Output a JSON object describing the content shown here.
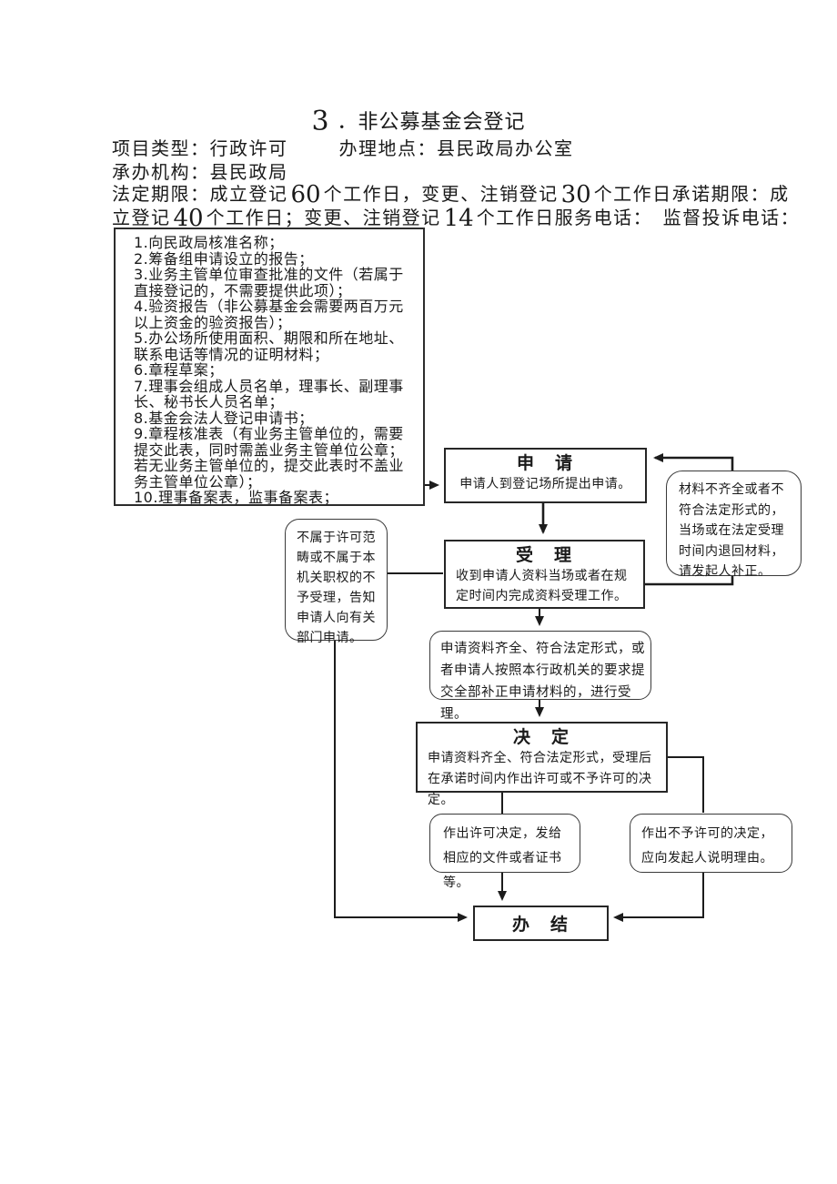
{
  "header": {
    "title": {
      "number": "3",
      "text": "．非公募基金会登记"
    },
    "project_type": "项目类型：行政许可",
    "handle_location": "办理地点：县民政局办公室",
    "agency": "承办机构：县民政局",
    "legal_limit": {
      "seg1": "法定期限：成立登记",
      "num1": "60",
      "seg2": "个工作日，变更、注销登记",
      "num2": "30",
      "seg3": "个工作日承诺期限：成",
      "seg4": "立登记",
      "num3": "40",
      "seg5": "个工作日；变更、注销登记",
      "num4": "14",
      "seg6": "个工作日服务电话：　监督投诉电话："
    }
  },
  "materials": {
    "items": [
      "1.向民政局核准名称；",
      "2.筹备组申请设立的报告；",
      "3.业务主管单位审查批准的文件（若属于直接登记的，不需要提供此项）；",
      "4.验资报告（非公募基金会需要两百万元以上资金的验资报告）；",
      "5.办公场所使用面积、期限和所在地址、联系电话等情况的证明材料；",
      "6.章程草案；",
      "7.理事会组成人员名单，理事长、副理事长、秘书长人员名单；",
      "8.基金会法人登记申请书；",
      "9.章程核准表（有业务主管单位的，需要提交此表，同时需盖业务主管单位公章；若无业务主管单位的，提交此表时不盖业务主管单位公章）；",
      "10.理事备案表，监事备案表；"
    ]
  },
  "flowchart": {
    "apply": {
      "title": "申　请",
      "body": "申请人到登记场所提出申请。"
    },
    "accept": {
      "title": "受　理",
      "body": "收到申请人资料当场或者在规定时间内完成资料受理工作。"
    },
    "supplement_note": "材料不齐全或者不符合法定形式的，当场或在法定受理时间内退回材料，请发起人补正。",
    "reject_note": "不属于许可范畴或不属于本机关职权的不予受理，告知申请人向有关部门申请。",
    "condition": "申请资料齐全、符合法定形式，或者申请人按照本行政机关的要求提交全部补正申请材料的，进行受理。",
    "decide": {
      "title": "决　定",
      "body": "申请资料齐全、符合法定形式，受理后在承诺时间内作出许可或不予许可的决定。"
    },
    "grant": "作出许可决定，发给相应的文件或者证书等。",
    "deny": "作出不予许可的决定，应向发起人说明理由。",
    "finish": {
      "title": "办　结"
    }
  },
  "colors": {
    "ink": "#1a1a1a",
    "background": "#ffffff"
  }
}
